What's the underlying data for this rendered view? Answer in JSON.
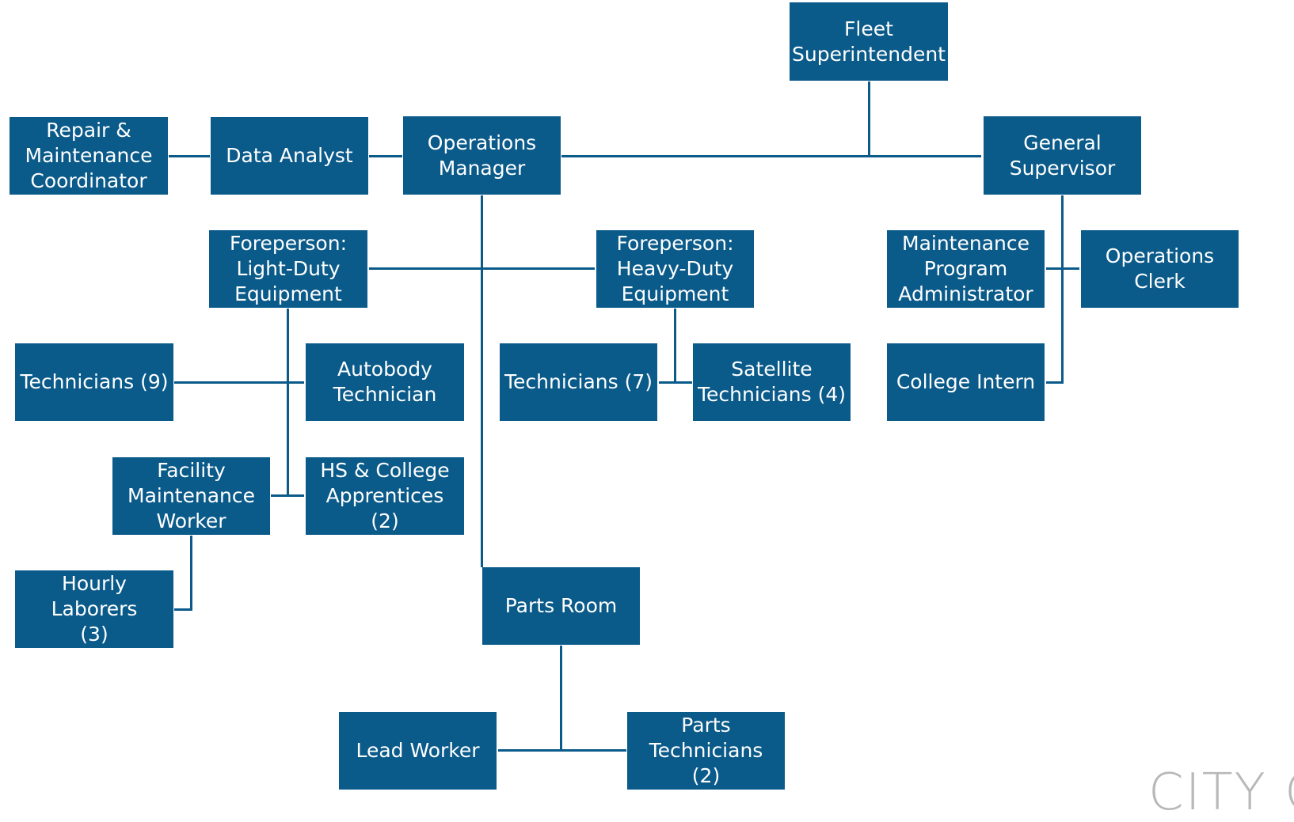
{
  "colors": {
    "box": "#0a5a8a",
    "line": "#0a5a8a",
    "watermark": "#b8b8b8"
  },
  "nodes": {
    "fleet_superintendent": "Fleet\nSuperintendent",
    "repair_coordinator": "Repair &\nMaintenance\nCoordinator",
    "data_analyst": "Data Analyst",
    "operations_manager": "Operations\nManager",
    "general_supervisor": "General\nSupervisor",
    "foreperson_light": "Foreperson:\nLight-Duty\nEquipment",
    "foreperson_heavy": "Foreperson:\nHeavy-Duty\nEquipment",
    "maintenance_program_admin": "Maintenance\nProgram\nAdministrator",
    "operations_clerk": "Operations Clerk",
    "technicians_9": "Technicians (9)",
    "autobody_technician": "Autobody\nTechnician",
    "technicians_7": "Technicians (7)",
    "satellite_technicians": "Satellite\nTechnicians (4)",
    "college_intern": "College Intern",
    "facility_maintenance_worker": "Facility\nMaintenance\nWorker",
    "hs_college_apprentices": "HS & College\nApprentices (2)",
    "hourly_laborers": "Hourly Laborers\n(3)",
    "parts_room": "Parts Room",
    "lead_worker": "Lead Worker",
    "parts_technicians": "Parts Technicians\n(2)"
  },
  "watermark": "CITY OF"
}
